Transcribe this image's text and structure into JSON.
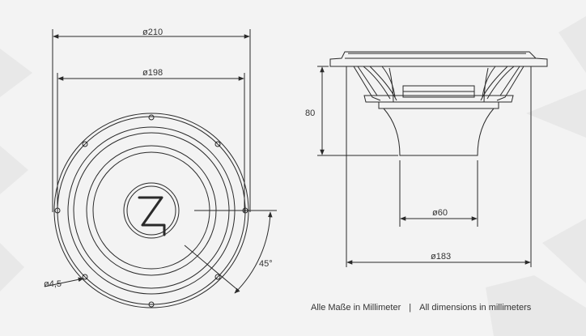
{
  "front_view": {
    "dim_outer": "ø210",
    "dim_baffle": "ø198",
    "dim_hole": "ø4,5",
    "angle": "45°",
    "logo": "Z"
  },
  "side_view": {
    "dim_depth": "80",
    "dim_magnet": "ø60",
    "dim_cutout": "ø183"
  },
  "caption": {
    "german": "Alle Maße in Millimeter",
    "separator": "|",
    "english": "All dimensions in millimeters"
  },
  "colors": {
    "background": "#f3f3f3",
    "line": "#2a2a2a",
    "faint": "#e6e6e6"
  }
}
